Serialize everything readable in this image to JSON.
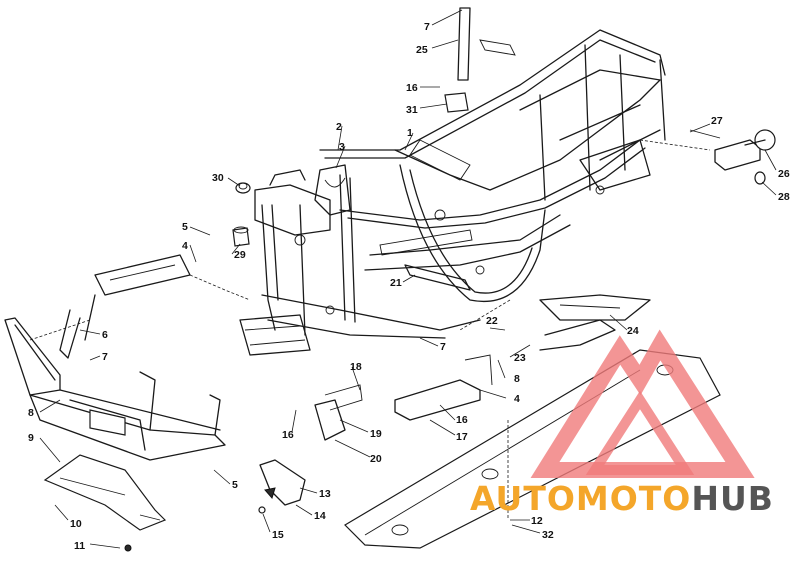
{
  "callouts": {
    "c1": "1",
    "c2": "2",
    "c3": "3",
    "c4a": "4",
    "c4b": "4",
    "c5a": "5",
    "c5b": "5",
    "c6": "6",
    "c7a": "7",
    "c7b": "7",
    "c7c": "7",
    "c8a": "8",
    "c8b": "8",
    "c9": "9",
    "c10": "10",
    "c11": "11",
    "c12": "12",
    "c13": "13",
    "c14": "14",
    "c15": "15",
    "c16a": "16",
    "c16b": "16",
    "c16c": "16",
    "c17": "17",
    "c18": "18",
    "c19": "19",
    "c20": "20",
    "c21": "21",
    "c22": "22",
    "c23": "23",
    "c24": "24",
    "c25": "25",
    "c26": "26",
    "c27": "27",
    "c28": "28",
    "c29": "29",
    "c30": "30",
    "c31": "31",
    "c32": "32"
  },
  "watermark": {
    "text_part1": "AUTOMOTO",
    "text_part2": "HUB",
    "color_main": "#f4a62a",
    "color_secondary": "#555555",
    "triangle_color": "#f07a7a"
  }
}
